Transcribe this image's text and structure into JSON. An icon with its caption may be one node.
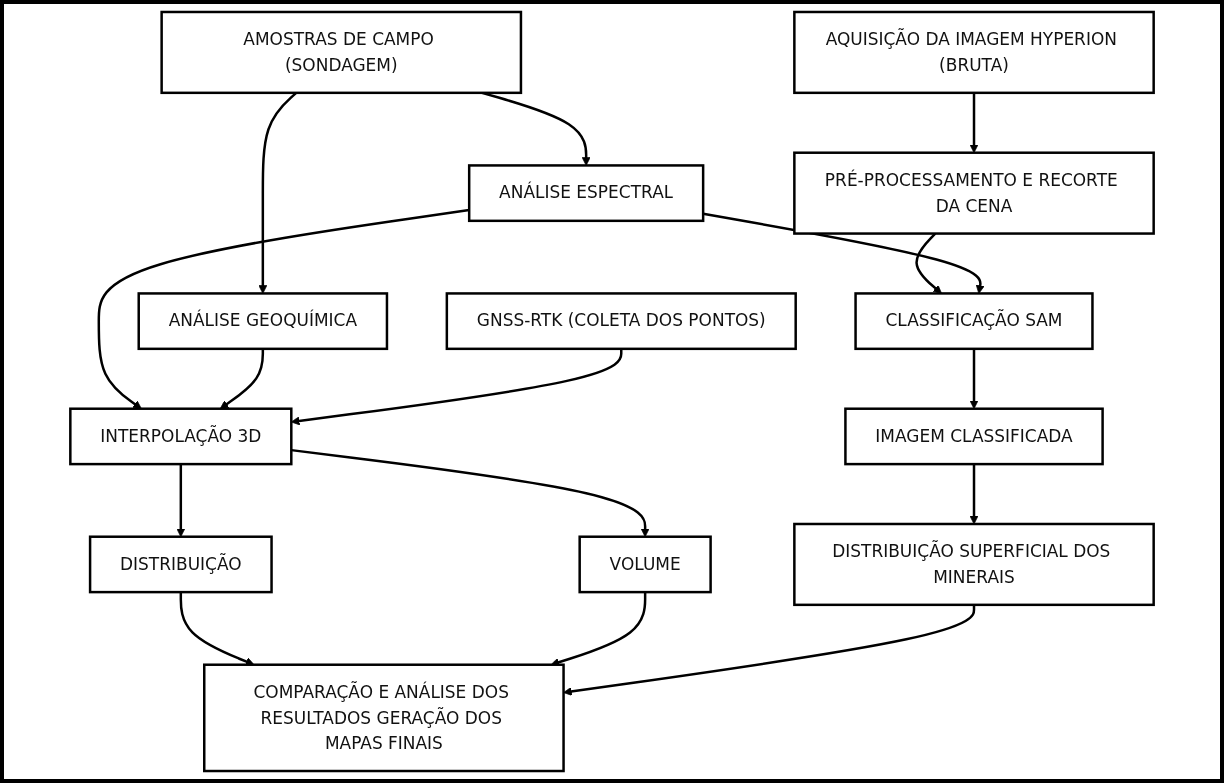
{
  "diagram": {
    "nodes": [
      {
        "text": [
          "AQUISIÇÃO DA IMAGEM HYPERION (BRUTA)"
        ]
      },
      {
        "text": [
          "AMOSTRAS DE CAMPO (SONDAGEM)"
        ]
      },
      {
        "text": [
          "GNSS-RTK (COLETA DOS PONTOS)"
        ]
      },
      {
        "text": [
          "PRÉ-PROCESSAMENTO E RECORTE DA CENA"
        ]
      },
      {
        "text": [
          "ANÁLISE ESPECTRAL"
        ]
      },
      {
        "text": [
          "ANÁLISE GEOQUÍMICA"
        ]
      },
      {
        "text": [
          "CLASSIFICAÇÃO SAM"
        ]
      },
      {
        "text": [
          "INTERPOLAÇÃO 3D"
        ]
      },
      {
        "text": [
          "IMAGEM CLASSIFICADA"
        ]
      },
      {
        "text": [
          "DISTRIBUIÇÃO"
        ]
      },
      {
        "text": [
          "VOLUME"
        ]
      },
      {
        "text": [
          "DISTRIBUIÇÃO SUPERFICIAL DOS MINERAIS"
        ]
      },
      {
        "text": [
          "COMPARAÇÃO E ANÁLISE DOS RESULTADOS GERAÇÃO DOS MAPAS FINAIS"
        ]
      }
    ],
    "edges": [
      {
        "from": 0,
        "to": 3,
        "arrow": "to"
      },
      {
        "from": 1,
        "to": 4,
        "arrow": "to"
      },
      {
        "from": 1,
        "to": 5,
        "arrow": "to"
      },
      {
        "from": 3,
        "to": 6,
        "arrow": "to"
      },
      {
        "from": 4,
        "to": 6,
        "arrow": "to"
      },
      {
        "from": 4,
        "to": 7,
        "arrow": "to"
      },
      {
        "from": 5,
        "to": 7,
        "arrow": "to"
      },
      {
        "from": 2,
        "to": 7,
        "arrow": "to"
      },
      {
        "from": 6,
        "to": 8,
        "arrow": "to"
      },
      {
        "from": 7,
        "to": 9,
        "arrow": "to"
      },
      {
        "from": 7,
        "to": 10,
        "arrow": "to"
      },
      {
        "from": 8,
        "to": 11,
        "arrow": "to"
      },
      {
        "from": 9,
        "to": 12,
        "arrow": "to"
      },
      {
        "from": 10,
        "to": 12,
        "arrow": "to"
      },
      {
        "from": 11,
        "to": 12,
        "arrow": "to"
      }
    ]
  }
}
